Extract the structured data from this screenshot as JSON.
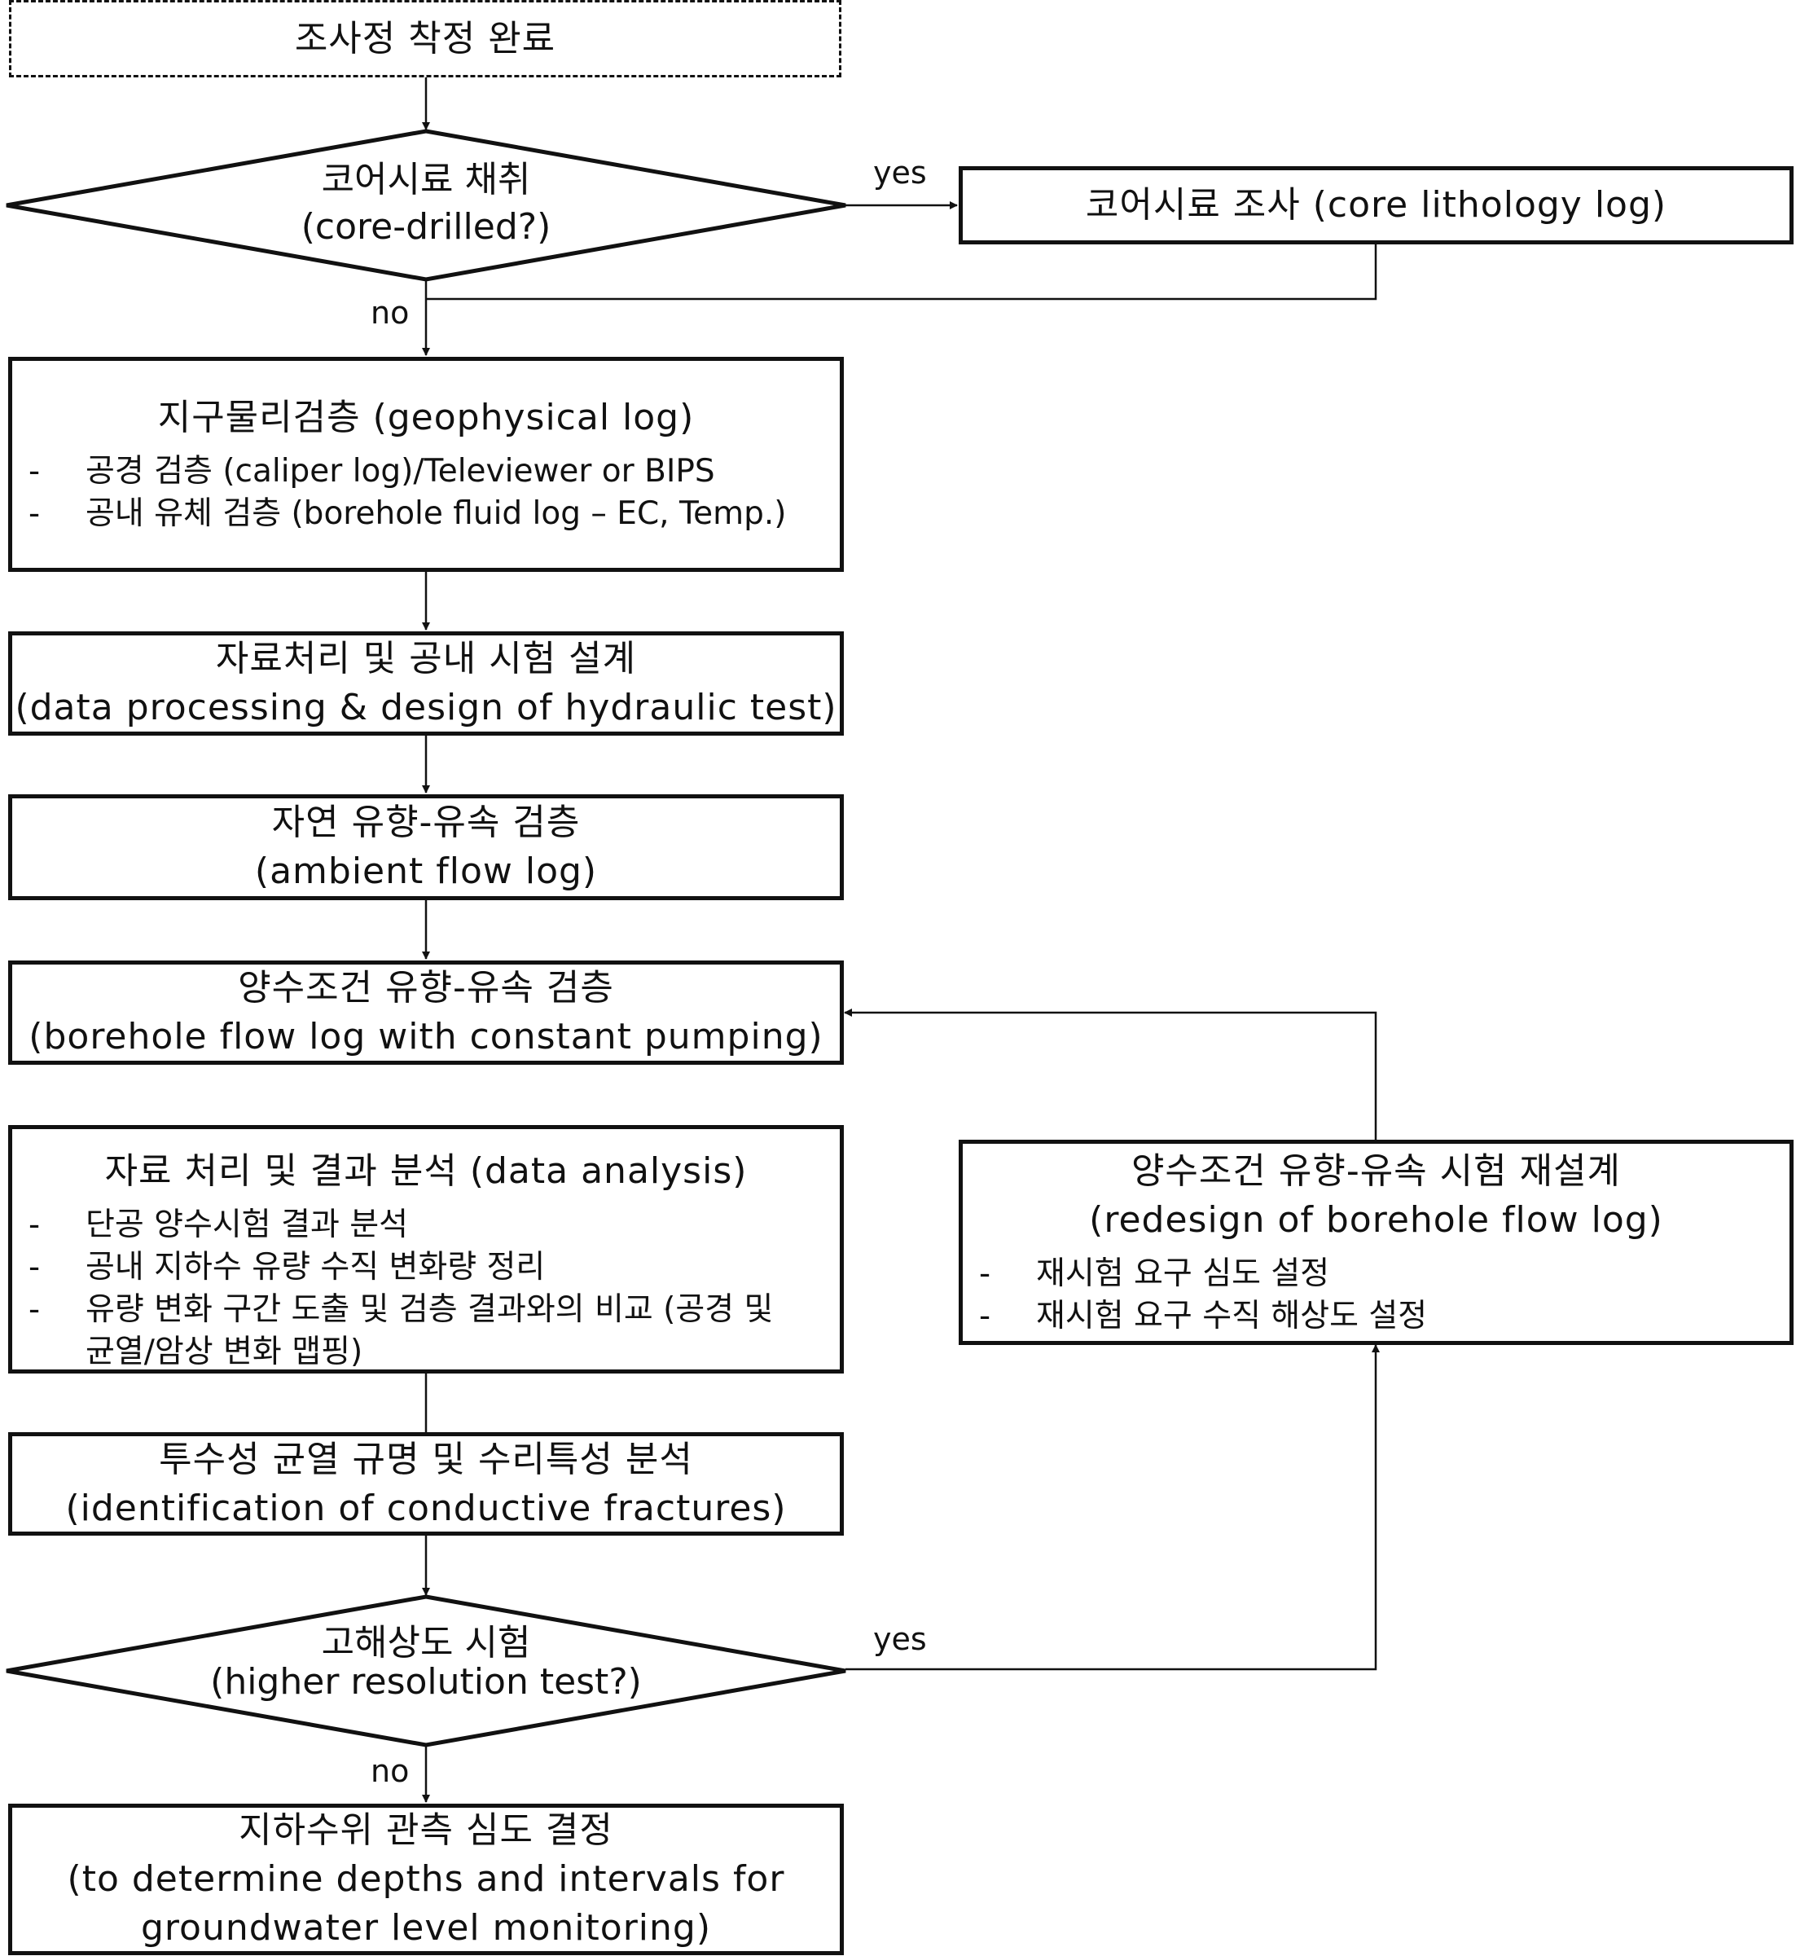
{
  "start": {
    "label": "조사정 착정 완료"
  },
  "decision_core": {
    "line1": "코어시료 채취",
    "line2": "(core-drilled?)",
    "yes_label": "yes",
    "no_label": "no"
  },
  "core_log": {
    "title": "코어시료 조사 (core lithology log)"
  },
  "geophysical": {
    "title": "지구물리검층 (geophysical log)",
    "bullets": [
      {
        "dash": "-",
        "text": "공경 검층 (caliper log)/Televiewer or BIPS"
      },
      {
        "dash": "-",
        "text": "공내 유체 검층 (borehole fluid log – EC, Temp.)"
      }
    ]
  },
  "data_processing": {
    "line1": "자료처리 및 공내 시험 설계",
    "line2": "(data processing & design of hydraulic test)"
  },
  "ambient": {
    "line1": "자연 유향-유속 검층",
    "line2": "(ambient flow log)"
  },
  "pumping": {
    "line1": "양수조건 유향-유속 검층",
    "line2": "(borehole flow log with constant pumping)"
  },
  "analysis": {
    "title": "자료 처리 및 결과 분석 (data analysis)",
    "bullets": [
      {
        "dash": "-",
        "text": "단공 양수시험 결과 분석"
      },
      {
        "dash": "-",
        "text": "공내 지하수 유량 수직 변화량 정리"
      },
      {
        "dash": "-",
        "text": "유량 변화 구간 도출 및 검층 결과와의 비교 (공경 및 균열/암상 변화 맵핑)"
      }
    ]
  },
  "redesign": {
    "line1": "양수조건 유향-유속 시험 재설계",
    "line2": "(redesign of borehole flow log)",
    "bullets": [
      {
        "dash": "-",
        "text": "재시험 요구 심도 설정"
      },
      {
        "dash": "-",
        "text": "재시험 요구 수직 해상도 설정"
      }
    ]
  },
  "fractures": {
    "line1": "투수성 균열 규명 및 수리특성 분석",
    "line2": "(identification of conductive fractures)"
  },
  "decision_resolution": {
    "line1": "고해상도 시험",
    "line2": "(higher resolution test?)",
    "yes_label": "yes",
    "no_label": "no"
  },
  "final": {
    "line1": "지하수위 관측 심도 결정",
    "line2": "(to determine depths and intervals for",
    "line3": "groundwater level monitoring)"
  }
}
